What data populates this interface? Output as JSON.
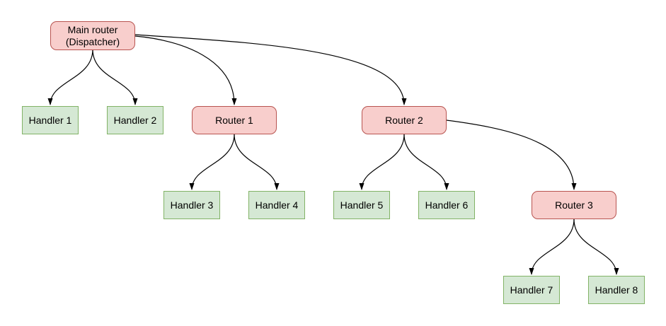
{
  "diagram": {
    "nodes": {
      "main": {
        "label": "Main router\n(Dispatcher)",
        "type": "router"
      },
      "handler1": {
        "label": "Handler 1",
        "type": "handler"
      },
      "handler2": {
        "label": "Handler 2",
        "type": "handler"
      },
      "router1": {
        "label": "Router 1",
        "type": "router"
      },
      "router2": {
        "label": "Router 2",
        "type": "router"
      },
      "handler3": {
        "label": "Handler 3",
        "type": "handler"
      },
      "handler4": {
        "label": "Handler 4",
        "type": "handler"
      },
      "handler5": {
        "label": "Handler 5",
        "type": "handler"
      },
      "handler6": {
        "label": "Handler 6",
        "type": "handler"
      },
      "router3": {
        "label": "Router 3",
        "type": "router"
      },
      "handler7": {
        "label": "Handler 7",
        "type": "handler"
      },
      "handler8": {
        "label": "Handler 8",
        "type": "handler"
      }
    },
    "edges": [
      {
        "from": "main",
        "to": "handler1"
      },
      {
        "from": "main",
        "to": "handler2"
      },
      {
        "from": "main",
        "to": "router1"
      },
      {
        "from": "main",
        "to": "router2"
      },
      {
        "from": "router1",
        "to": "handler3"
      },
      {
        "from": "router1",
        "to": "handler4"
      },
      {
        "from": "router2",
        "to": "handler5"
      },
      {
        "from": "router2",
        "to": "handler6"
      },
      {
        "from": "router2",
        "to": "router3"
      },
      {
        "from": "router3",
        "to": "handler7"
      },
      {
        "from": "router3",
        "to": "handler8"
      }
    ]
  },
  "colors": {
    "router_fill": "#f8cecc",
    "router_stroke": "#b85450",
    "handler_fill": "#d5e8d4",
    "handler_stroke": "#82b366",
    "edge_color": "#000000",
    "text_color": "#000000",
    "background": "#ffffff"
  }
}
